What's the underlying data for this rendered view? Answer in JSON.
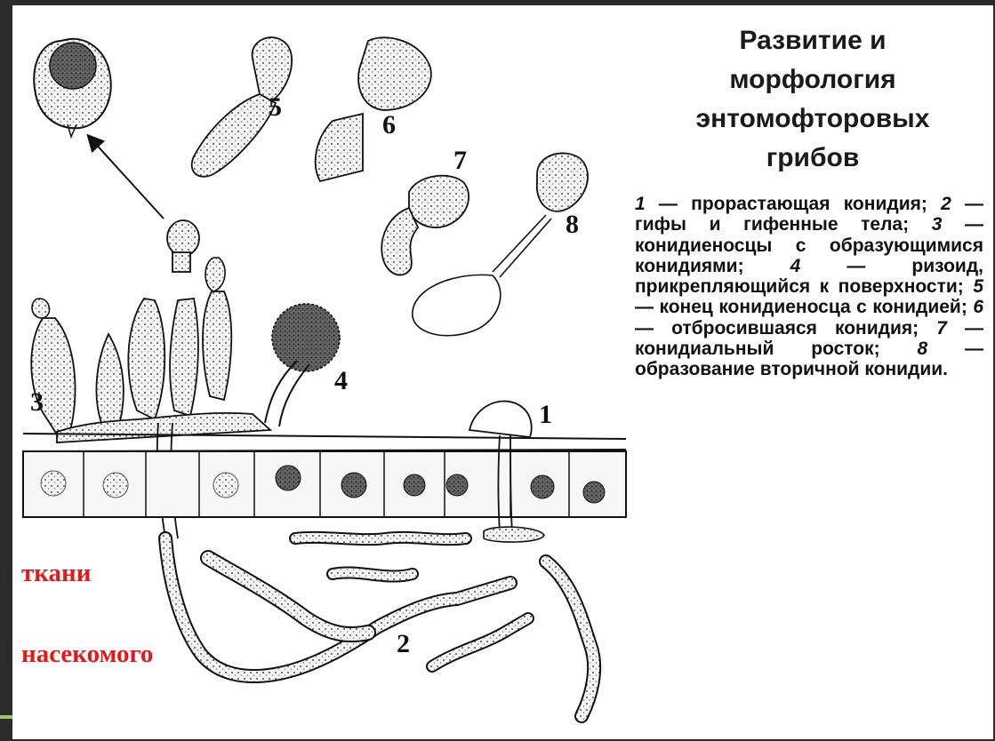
{
  "title": {
    "line1": "Развитие и",
    "line2": "морфология",
    "line3": "энтомофторовых",
    "line4": "грибов"
  },
  "caption": [
    {
      "n": "1",
      "t": " — прорастающая конидия; "
    },
    {
      "n": "2",
      "t": " — гифы и гифенные тела; "
    },
    {
      "n": "3",
      "t": " — конидиеносцы с образующимися конидиями; "
    },
    {
      "n": "4",
      "t": " — ризоид, прикрепляющийся к поверхности; "
    },
    {
      "n": "5",
      "t": " — конец конидиеносца с конидией; "
    },
    {
      "n": "6",
      "t": " — отбросившаяся конидия; "
    },
    {
      "n": "7",
      "t": " — конидиальный росток; "
    },
    {
      "n": "8",
      "t": " — образование вторичной конидии."
    }
  ],
  "tissue_label": {
    "line1": "ткани",
    "line2": "насекомого"
  },
  "figure_numbers": [
    "1",
    "2",
    "3",
    "4",
    "5",
    "6",
    "7",
    "8"
  ],
  "colors": {
    "label_red": "#e01b1b",
    "ink": "#111111",
    "frame_bg": "#ffffff",
    "page_bg": "#2b2b2b"
  }
}
